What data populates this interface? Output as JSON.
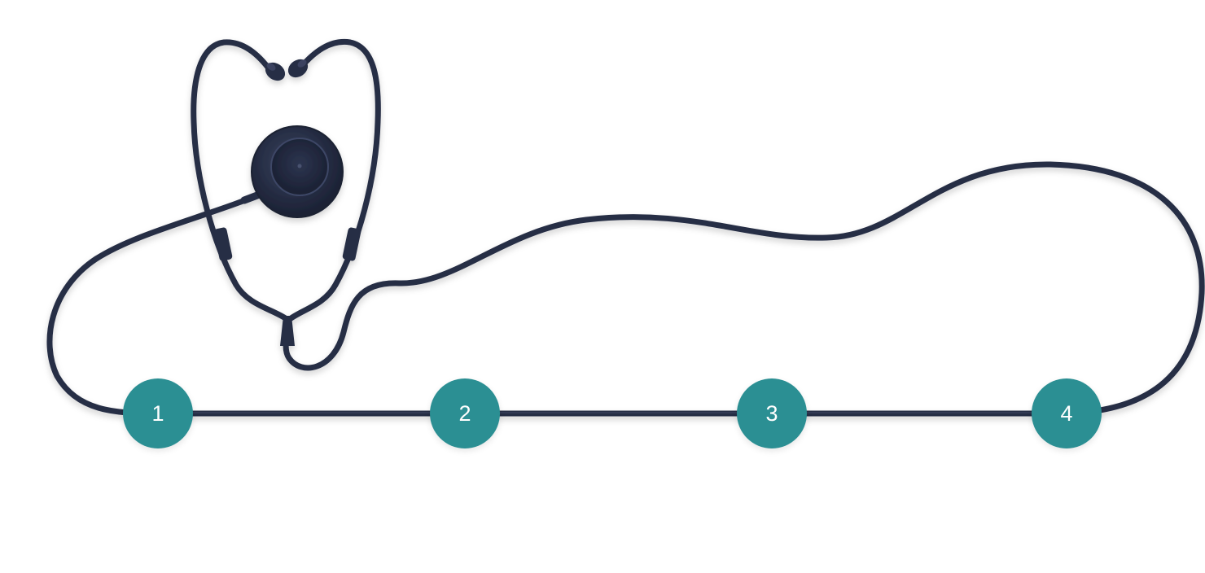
{
  "colors": {
    "background": "#ffffff",
    "tubing": "#262d44",
    "tubing_highlight": "#4a5270",
    "step_marker": "#2b8f93",
    "step_text": "#ffffff"
  },
  "illustration": {
    "icon": "stethoscope-icon"
  },
  "steps": [
    {
      "label": "1"
    },
    {
      "label": "2"
    },
    {
      "label": "3"
    },
    {
      "label": "4"
    }
  ]
}
